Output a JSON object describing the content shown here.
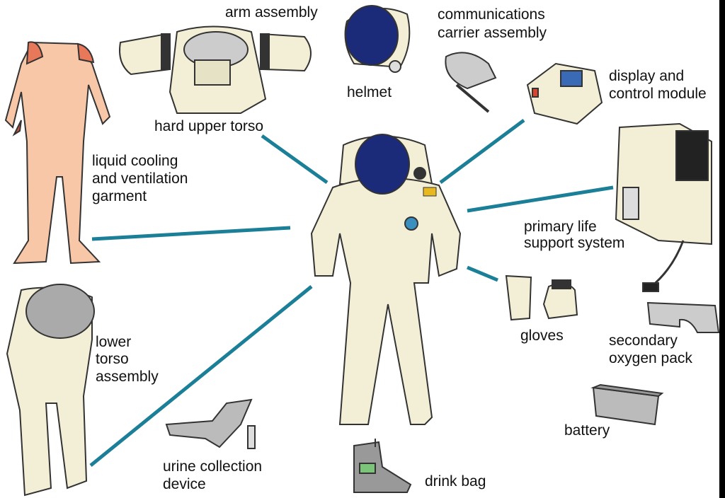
{
  "labels": {
    "arm_assembly": "arm assembly",
    "helmet": "helmet",
    "comms_1": "communications",
    "comms_2": "carrier assembly",
    "dcm_1": "display and",
    "dcm_2": "control module",
    "hut": "hard upper torso",
    "lcvg_1": "liquid cooling",
    "lcvg_2": "and ventilation",
    "lcvg_3": "garment",
    "plss_1": "primary life",
    "plss_2": "support system",
    "gloves": "gloves",
    "sop_1": "secondary",
    "sop_2": "oxygen pack",
    "lta_1": "lower",
    "lta_2": "torso",
    "lta_3": "assembly",
    "battery": "battery",
    "ucd_1": "urine collection",
    "ucd_2": "device",
    "drink_bag": "drink bag"
  },
  "colors": {
    "leader": "#1b7f98",
    "suit": "#f3efd6",
    "visor": "#1c2a7a",
    "garment": "#f8c7a8"
  }
}
